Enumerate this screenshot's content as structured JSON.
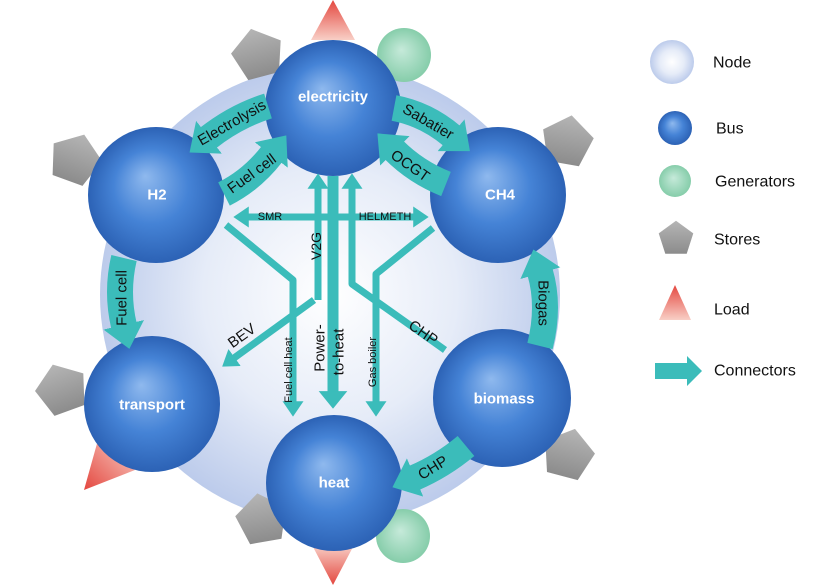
{
  "colors": {
    "node": "#dfe7f7",
    "bus": "#3f7fd4",
    "generator": "#9fd8bd",
    "store": "#9e9e9e",
    "load": "#e8564f",
    "connector": "#3bbcba",
    "bus_label": "#ffffff",
    "connector_label": "#111111"
  },
  "buses": {
    "electricity": "electricity",
    "h2": "H2",
    "ch4": "CH4",
    "transport": "transport",
    "biomass": "biomass",
    "heat": "heat"
  },
  "connectors": {
    "electrolysis": "Electrolysis",
    "fuel_cell_h2_to_electricity": "Fuel cell",
    "sabatier": "Sabatier",
    "ocgt": "OCGT",
    "fuel_cell_h2_to_transport": "Fuel cell",
    "biogas": "Biogas",
    "chp_biomass_to_heat": "CHP",
    "smr": "SMR",
    "helmeth": "HELMETH",
    "v2g": "V2G",
    "bev": "BEV",
    "fuel_cell_heat": "Fuel cell heat",
    "power_to_heat_line1": "Power-",
    "power_to_heat_line2": "to-heat",
    "gas_boiler": "Gas boiler",
    "chp_to_electricity": "CHP"
  },
  "legend": [
    {
      "label": "Node",
      "symbol": "node-circle-icon"
    },
    {
      "label": "Bus",
      "symbol": "bus-circle-icon"
    },
    {
      "label": "Generators",
      "symbol": "generator-circle-icon"
    },
    {
      "label": "Stores",
      "symbol": "store-pentagon-icon"
    },
    {
      "label": "Load",
      "symbol": "load-triangle-icon"
    },
    {
      "label": "Connectors",
      "symbol": "connector-arrow-icon"
    }
  ]
}
